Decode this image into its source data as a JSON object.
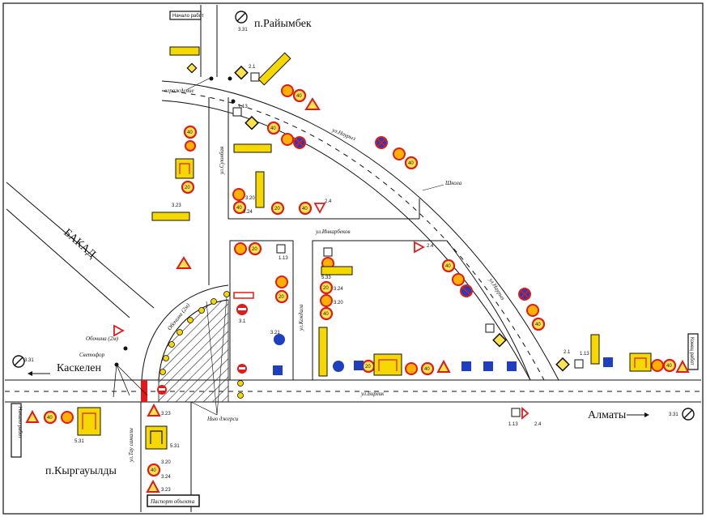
{
  "places": {
    "rayymbek": "п.Райымбек",
    "kyrgauyldy": "п.Кыргауылды"
  },
  "directions": {
    "kaskelen": "Каскелен",
    "almaty": "Алматы"
  },
  "streets": {
    "bakad": "БАКАД",
    "nauryz_upper": "ул.Наурыз",
    "nauryz_lower": "ул.Наурыз",
    "suyunbay": "ул.Суюнбая",
    "inkarbekov": "ул.Инкарбеков",
    "kokdala": "ул.Кокдала",
    "birlik": "ул.Бирлик",
    "tau_samaly": "ул.Тау самалы"
  },
  "annotations": {
    "school": "Школа",
    "traffic_light": "Светофор",
    "shoulder": "Обочина (2м)",
    "shoulder_diag": "Обочина (2м)",
    "new_jersey": "Нью джерси",
    "fence": "ограждение"
  },
  "boxes": {
    "passport": "Паспорт объекта",
    "start_work": "Начало работ",
    "end_work": "Конец работ",
    "left_vertical": "Начало работ"
  },
  "sign_codes": {
    "s_331": "3.31",
    "s_323": "3.23",
    "s_324": "3.24",
    "s_320": "3.20",
    "s_533": "5.33",
    "s_531": "5.31",
    "s_21": "2.1",
    "s_24": "2.4",
    "s_113": "1.13",
    "s_31": "3.1",
    "s_321": "3.21"
  },
  "speed": {
    "v40": "40",
    "v20": "20"
  },
  "icons": [
    "no-entry-sign-icon",
    "speed-limit-sign-icon",
    "warning-triangle-icon",
    "priority-diamond-icon",
    "no-stopping-sign-icon",
    "detour-scheme-sign-icon",
    "end-restriction-sign-icon"
  ],
  "colors": {
    "sign_red": "#e01b1b",
    "sign_yellow": "#f5d800",
    "sign_blue": "#1f3fbf",
    "hatch": "#222222",
    "line": "#111111"
  }
}
